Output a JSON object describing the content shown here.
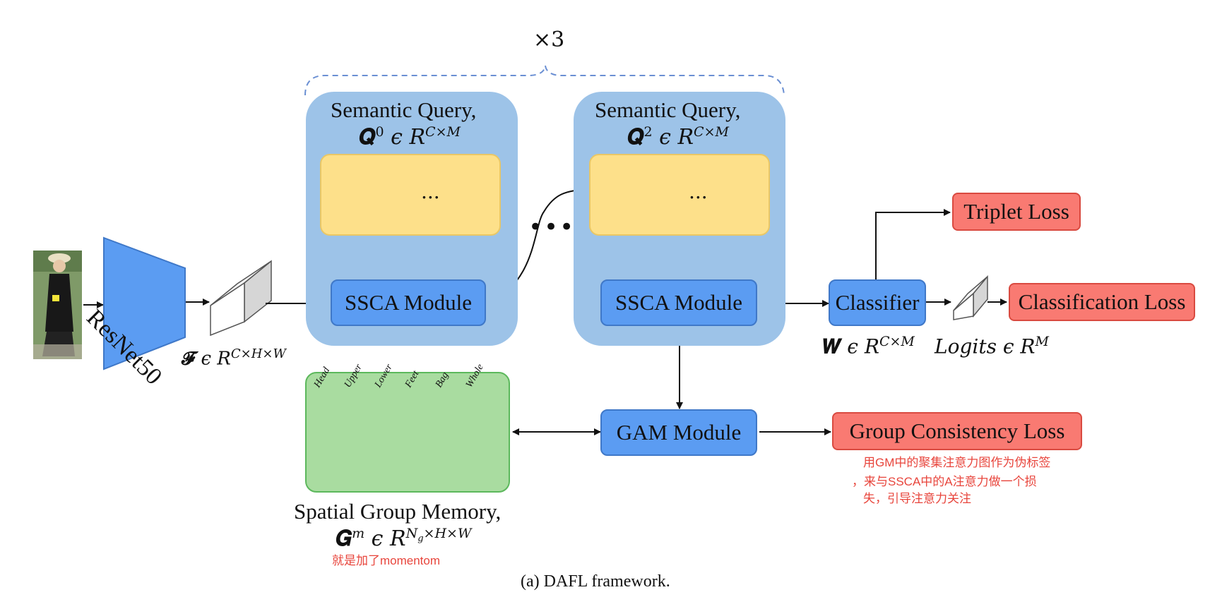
{
  "caption": "(a) DAFL framework.",
  "repeat_marker": "×3",
  "backbone": {
    "label": "ResNet50"
  },
  "feature": {
    "symbol": "𝓕",
    "rel": "ϵ R",
    "exp": "C×H×W"
  },
  "stage1": {
    "title": "Semantic Query,",
    "symbol": "𝑸",
    "sup": "0",
    "rel": "ϵ R",
    "exp": "C×M",
    "module": "SSCA Module"
  },
  "stage2": {
    "title": "Semantic Query,",
    "symbol": "𝑸",
    "sup": "2",
    "rel": "ϵ R",
    "exp": "C×M",
    "module": "SSCA Module"
  },
  "query_ellipsis": "...",
  "between_dots": "•••",
  "classifier": {
    "label": "Classifier",
    "weight_symbol": "𝑾",
    "weight_rel": "ϵ R",
    "weight_exp": "C×M",
    "logits_text": "Logits ϵ R",
    "logits_exp": "M"
  },
  "gam": {
    "label": "GAM Module"
  },
  "losses": {
    "triplet": "Triplet Loss",
    "classification": "Classification Loss",
    "group": "Group Consistency Loss"
  },
  "memory": {
    "title": "Spatial Group Memory,",
    "symbol": "𝑮",
    "sup": "m",
    "rel": "ϵ R",
    "exp_base": "N",
    "exp_sub": "g",
    "exp_rest": "×H×W",
    "maps": [
      "Head",
      "Upper",
      "Lower",
      "Feet",
      "Bag",
      "Whole"
    ]
  },
  "annotations": {
    "group_loss_note": [
      "用GM中的聚集注意力图作为伪标签",
      "，来与SSCA中的A注意力做一个损",
      "失，引导注意力关注"
    ],
    "memory_note": "就是加了momentom"
  },
  "colors": {
    "module_blue": "#5b9cf2",
    "stage_panel": "#9dc3e8",
    "query_strip": "#fde08a",
    "loss_red": "#f97a72",
    "memory_green": "#a9dca0",
    "annotation_red": "#e8453c",
    "query_bar_colors": [
      "#f08a5a",
      "#3d8fd6",
      "#a56ad6"
    ]
  }
}
